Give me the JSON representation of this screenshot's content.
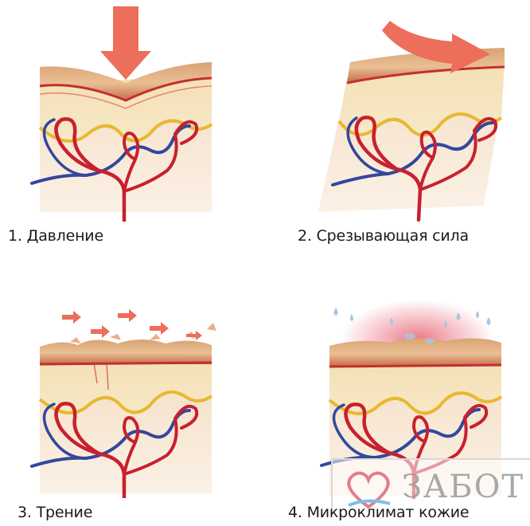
{
  "panels": [
    {
      "caption": "1. Давление"
    },
    {
      "caption": "2. Срезывающая сила"
    },
    {
      "caption": "3. Трение"
    },
    {
      "caption": "4. Микроклимат кожие"
    }
  ],
  "watermark": {
    "text": "ЗАБОТ"
  },
  "colors": {
    "epidermis": "#e2b386",
    "dermis": "#f2ddb0",
    "fat": "#f8ead4",
    "artery": "#c8202e",
    "vein": "#33479c",
    "arrow": "#ec6e5b",
    "droplet": "#a8c6e0"
  }
}
